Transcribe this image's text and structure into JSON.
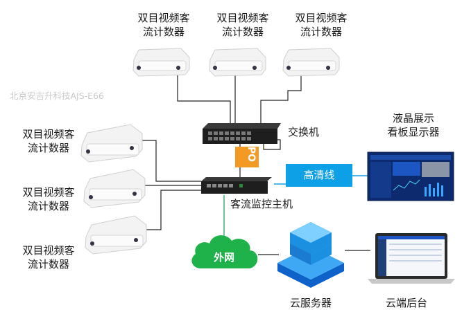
{
  "watermark": "北京安吉升科技AJS-E66",
  "counter_label_line1": "双目视频客",
  "counter_label_line2": "流计数器",
  "switch_label": "交换机",
  "poe_label": "PO",
  "host_label": "客流监控主机",
  "hd_cable_label": "高清线",
  "display_label_line1": "液晶展示",
  "display_label_line2": "看板显示器",
  "internet_label": "外网",
  "cloud_server_label": "云服务器",
  "cloud_backend_label": "云端后台",
  "colors": {
    "hd_cable": "#0ea0e6",
    "poe": "#f39a24",
    "internet_cloud": "#1fb14a",
    "uplink_line": "#3cb371",
    "server": "#1b8fe0"
  }
}
